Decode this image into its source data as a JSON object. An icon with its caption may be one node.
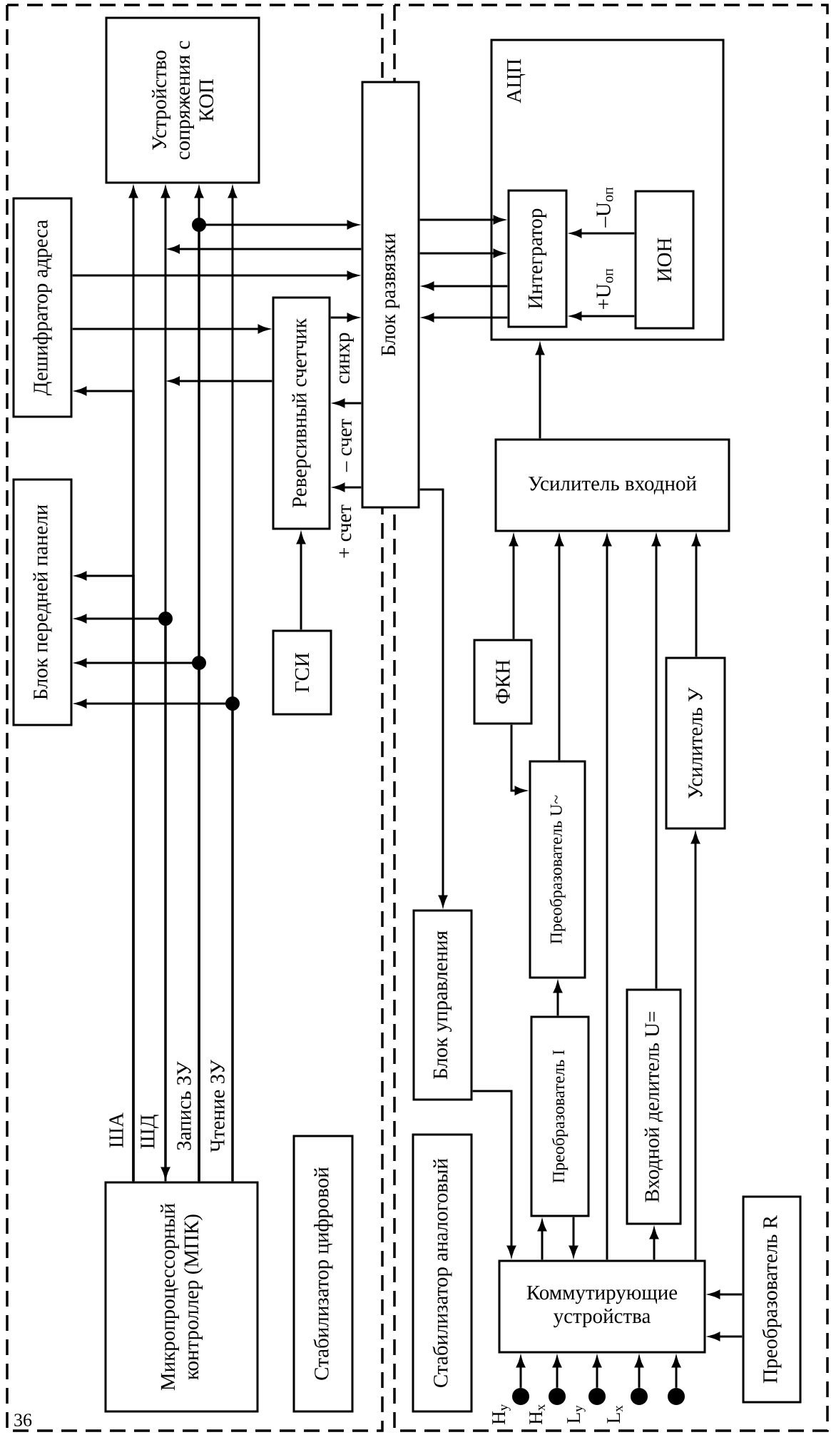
{
  "diagram": {
    "nodes": [
      {
        "text": [
          "Устройство сопряжения с КОП"
        ]
      },
      {
        "text": [
          "Дешифратор адреса"
        ]
      },
      {
        "text": [
          "Реверсивный счетчик"
        ]
      },
      {
        "text": [
          "Блок развязки"
        ]
      },
      {
        "text": [
          "Блок передней панели"
        ]
      },
      {
        "text": [
          "ГСИ"
        ]
      },
      {
        "text": [
          "Микропроцессорный контроллер (МПК)"
        ]
      },
      {
        "text": [
          "Стабилизатор цифровой"
        ]
      },
      {
        "text": [
          "АЦП"
        ]
      },
      {
        "text": [
          "Интегратор"
        ],
        "in": 8
      },
      {
        "text": [
          "ИОН"
        ],
        "in": 8
      },
      {
        "text": [
          "Усилитель входной"
        ]
      },
      {
        "text": [
          "ФКН"
        ]
      },
      {
        "text": [
          "Преобразователь U~"
        ]
      },
      {
        "text": [
          "Усилитель У"
        ]
      },
      {
        "text": [
          "Блок управления"
        ]
      },
      {
        "text": [
          "Преобразователь I"
        ]
      },
      {
        "text": [
          "Входной делитель U="
        ]
      },
      {
        "text": [
          "Стабилизатор аналоговый"
        ]
      },
      {
        "text": [
          "Коммутирующие устройства"
        ]
      },
      {
        "text": [
          "Преобразователь R"
        ]
      },
      {
        "text": [],
        "shape": "circle",
        "beside": [
          "H$_{y}$"
        ]
      },
      {
        "text": [],
        "shape": "circle",
        "beside": [
          "H$_{x}$"
        ]
      },
      {
        "text": [],
        "shape": "circle",
        "beside": [
          "L$_{y}$"
        ]
      },
      {
        "text": [],
        "shape": "circle",
        "beside": [
          "L$_{x}$"
        ]
      },
      {
        "text": [],
        "shape": "circle"
      }
    ],
    "edges": [
      {
        "from": 6,
        "to": 0,
        "arrow": "to",
        "label": "ША"
      },
      {
        "from": 6,
        "to": 0,
        "arrow": "both",
        "label": "ШД"
      },
      {
        "from": 6,
        "to": 0,
        "arrow": "to",
        "label": "Запись ЗУ"
      },
      {
        "from": 6,
        "to": 0,
        "arrow": "to",
        "label": "Чтение ЗУ"
      },
      {
        "from": 6,
        "to": 3,
        "arrow": "to"
      },
      {
        "from": 3,
        "to": null,
        "arrow": "to"
      },
      {
        "from": 1,
        "to": 3,
        "arrow": "to"
      },
      {
        "from": 1,
        "to": 2,
        "arrow": "to"
      },
      {
        "from": 2,
        "to": 3,
        "arrow": "to",
        "label": "синхр"
      },
      {
        "from": 2,
        "to": null,
        "arrow": "to"
      },
      {
        "from": 6,
        "to": 1,
        "arrow": "to"
      },
      {
        "from": 3,
        "to": 2,
        "arrow": "to",
        "label": "– счет"
      },
      {
        "from": 3,
        "to": 2,
        "arrow": "to",
        "label": "+ счет"
      },
      {
        "from": 5,
        "to": 2,
        "arrow": "to"
      },
      {
        "from": 6,
        "to": 4,
        "arrow": "to"
      },
      {
        "from": 6,
        "to": 4,
        "arrow": "to"
      },
      {
        "from": 6,
        "to": 4,
        "arrow": "to"
      },
      {
        "from": 6,
        "to": 4,
        "arrow": "to"
      },
      {
        "from": 3,
        "to": 9,
        "arrow": "to"
      },
      {
        "from": 3,
        "to": 9,
        "arrow": "to"
      },
      {
        "from": 9,
        "to": 3,
        "arrow": "to"
      },
      {
        "from": 9,
        "to": 3,
        "arrow": "to"
      },
      {
        "from": 10,
        "to": 9,
        "arrow": "to",
        "label": "–U$_{оп}$"
      },
      {
        "from": 10,
        "to": 9,
        "arrow": "to",
        "label": "+U$_{оп}$"
      },
      {
        "from": 11,
        "to": 8,
        "arrow": "to"
      },
      {
        "from": 3,
        "to": 15,
        "arrow": "to"
      },
      {
        "from": 12,
        "to": 11,
        "arrow": "to"
      },
      {
        "from": 12,
        "to": 13,
        "arrow": "to"
      },
      {
        "from": 13,
        "to": 11,
        "arrow": "to"
      },
      {
        "from": 19,
        "to": 11,
        "arrow": "to"
      },
      {
        "from": 17,
        "to": 11,
        "arrow": "to"
      },
      {
        "from": 14,
        "to": 11,
        "arrow": "to"
      },
      {
        "from": 19,
        "to": 14,
        "arrow": "to"
      },
      {
        "from": 16,
        "to": 13,
        "arrow": "to"
      },
      {
        "from": 15,
        "to": 19,
        "arrow": "to"
      },
      {
        "from": 19,
        "to": 16,
        "arrow": "to"
      },
      {
        "from": 16,
        "to": 19,
        "arrow": "to"
      },
      {
        "from": 19,
        "to": 17,
        "arrow": "to"
      },
      {
        "from": 20,
        "to": 19,
        "arrow": "to"
      },
      {
        "from": 20,
        "to": 19,
        "arrow": "to"
      },
      {
        "from": 21,
        "to": 19,
        "arrow": "to"
      },
      {
        "from": 22,
        "to": 19,
        "arrow": "to"
      },
      {
        "from": 23,
        "to": 19,
        "arrow": "to"
      },
      {
        "from": 24,
        "to": 19,
        "arrow": "to"
      },
      {
        "from": 25,
        "to": 19,
        "arrow": "to"
      }
    ],
    "labels": [
      "36"
    ]
  }
}
